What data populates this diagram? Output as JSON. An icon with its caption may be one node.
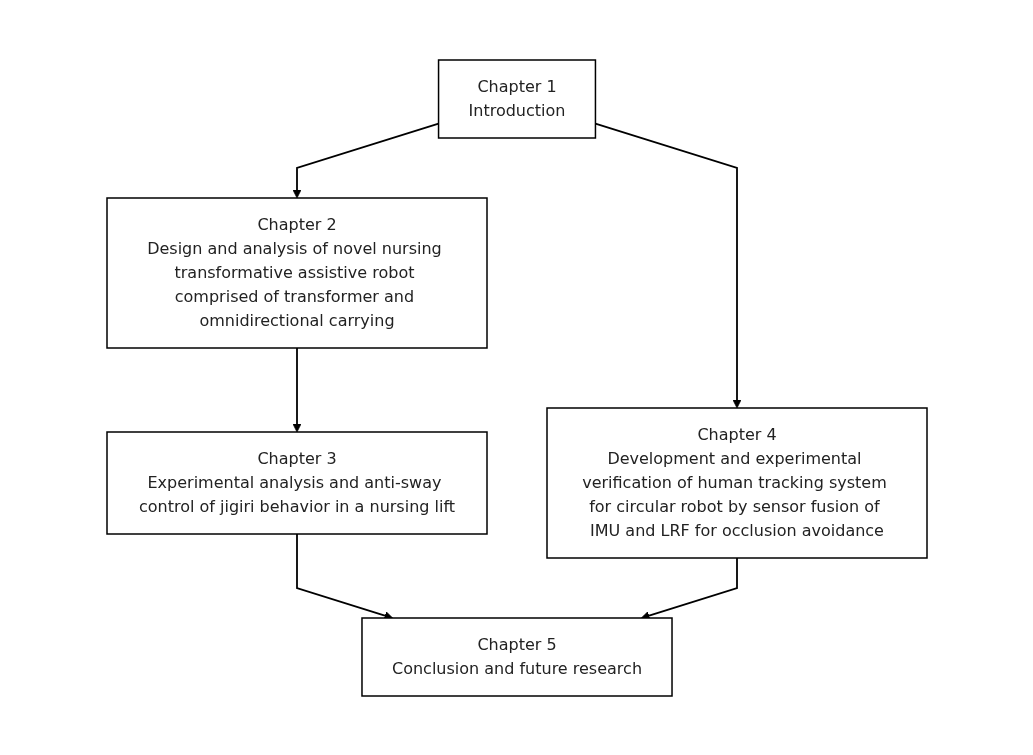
{
  "diagram": {
    "nodes": [
      {
        "text": [
          "Chapter 1",
          "Introduction"
        ]
      },
      {
        "text": [
          "Chapter 2",
          "Design and analysis of novel nursing transformative assistive robot comprised of transformer and omnidirectional carrying"
        ]
      },
      {
        "text": [
          "Chapter 3",
          "Experimental analysis and anti-sway control of jigiri behavior in a nursing lift"
        ]
      },
      {
        "text": [
          "Chapter 4",
          "Development and experimental verification of human tracking system for circular robot by sensor fusion of IMU and LRF for occlusion avoidance"
        ]
      },
      {
        "text": [
          "Chapter 5",
          "Conclusion and future research"
        ]
      }
    ],
    "edges": [
      {
        "from": 0,
        "to": 1,
        "arrow": "to"
      },
      {
        "from": 0,
        "to": 3,
        "arrow": "to"
      },
      {
        "from": 1,
        "to": 2,
        "arrow": "to"
      },
      {
        "from": 2,
        "to": 4,
        "arrow": "to"
      },
      {
        "from": 3,
        "to": 4,
        "arrow": "to"
      }
    ]
  }
}
